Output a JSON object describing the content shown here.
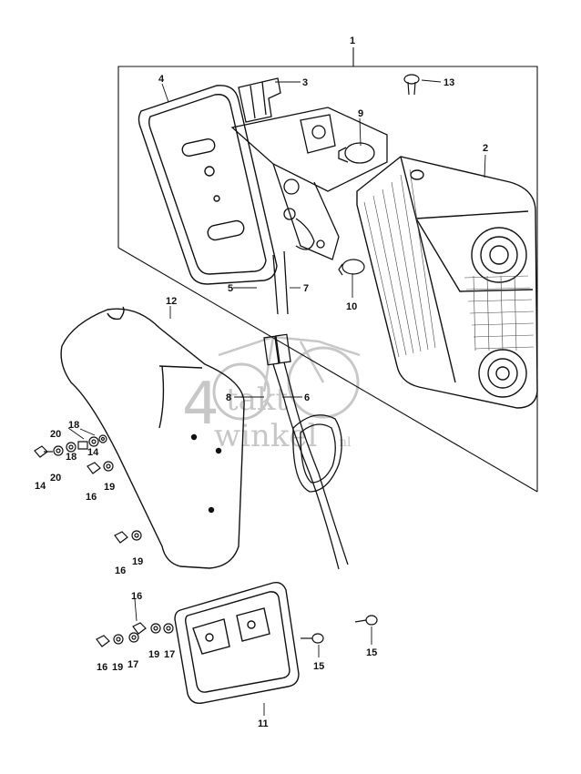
{
  "diagram": {
    "parts": [
      {
        "id": "p1",
        "label": "1"
      },
      {
        "id": "p2",
        "label": "2"
      },
      {
        "id": "p3",
        "label": "3"
      },
      {
        "id": "p4",
        "label": "4"
      },
      {
        "id": "p5",
        "label": "5"
      },
      {
        "id": "p6",
        "label": "6"
      },
      {
        "id": "p7",
        "label": "7"
      },
      {
        "id": "p8",
        "label": "8"
      },
      {
        "id": "p9",
        "label": "9"
      },
      {
        "id": "p10",
        "label": "10"
      },
      {
        "id": "p11",
        "label": "11"
      },
      {
        "id": "p12",
        "label": "12"
      },
      {
        "id": "p13",
        "label": "13"
      },
      {
        "id": "p14a",
        "label": "14"
      },
      {
        "id": "p14b",
        "label": "14"
      },
      {
        "id": "p15a",
        "label": "15"
      },
      {
        "id": "p15b",
        "label": "15"
      },
      {
        "id": "p16a",
        "label": "16"
      },
      {
        "id": "p16b",
        "label": "16"
      },
      {
        "id": "p16c",
        "label": "16"
      },
      {
        "id": "p16d",
        "label": "16"
      },
      {
        "id": "p17a",
        "label": "17"
      },
      {
        "id": "p17b",
        "label": "17"
      },
      {
        "id": "p18a",
        "label": "18"
      },
      {
        "id": "p18b",
        "label": "18"
      },
      {
        "id": "p19a",
        "label": "19"
      },
      {
        "id": "p19b",
        "label": "19"
      },
      {
        "id": "p19c",
        "label": "19"
      },
      {
        "id": "p19d",
        "label": "19"
      },
      {
        "id": "p20a",
        "label": "20"
      },
      {
        "id": "p20b",
        "label": "20"
      }
    ]
  },
  "watermark": {
    "big_digit": "4",
    "line1": "takt",
    "line2": "winkel",
    "suffix": "nl"
  }
}
